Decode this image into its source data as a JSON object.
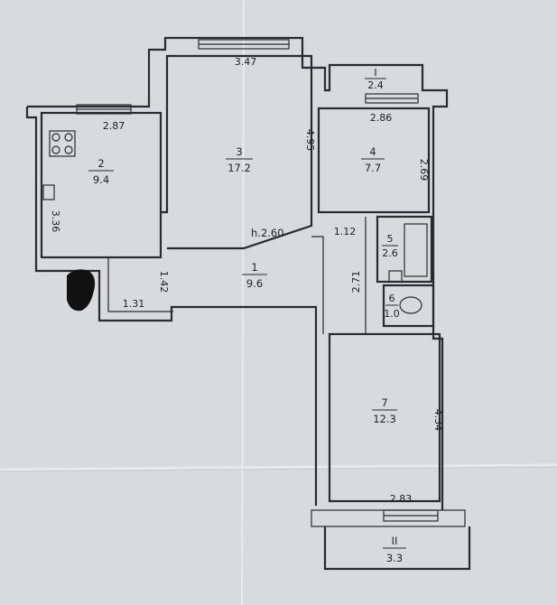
{
  "plan": {
    "ceiling_height": "h.2.60",
    "colors": {
      "paper": "#d9dadd",
      "line": "#2a2a30",
      "text": "#1f1f24",
      "stain": "#111111"
    },
    "rooms": [
      {
        "id": "1",
        "number": "1",
        "area": "9.6"
      },
      {
        "id": "2",
        "number": "2",
        "area": "9.4"
      },
      {
        "id": "3",
        "number": "3",
        "area": "17.2"
      },
      {
        "id": "4",
        "number": "4",
        "area": "7.7"
      },
      {
        "id": "5",
        "number": "5",
        "area": "2.6"
      },
      {
        "id": "6",
        "number": "6",
        "area": "1.0"
      },
      {
        "id": "7",
        "number": "7",
        "area": "12.3"
      },
      {
        "id": "balcony-1",
        "number": "I",
        "area": "2.4"
      },
      {
        "id": "balcony-2",
        "number": "II",
        "area": "3.3"
      }
    ],
    "dimensions": {
      "room3_width": "3.47",
      "room2_width": "2.87",
      "room4_width": "2.86",
      "room3_height": "4.95",
      "room4_height": "2.69",
      "room2_height": "3.36",
      "entry_width": "1.31",
      "entry_height": "1.42",
      "corridor_width": "1.12",
      "corridor_height": "2.71",
      "room7_height": "4.34",
      "room7_width": "2.83"
    }
  }
}
